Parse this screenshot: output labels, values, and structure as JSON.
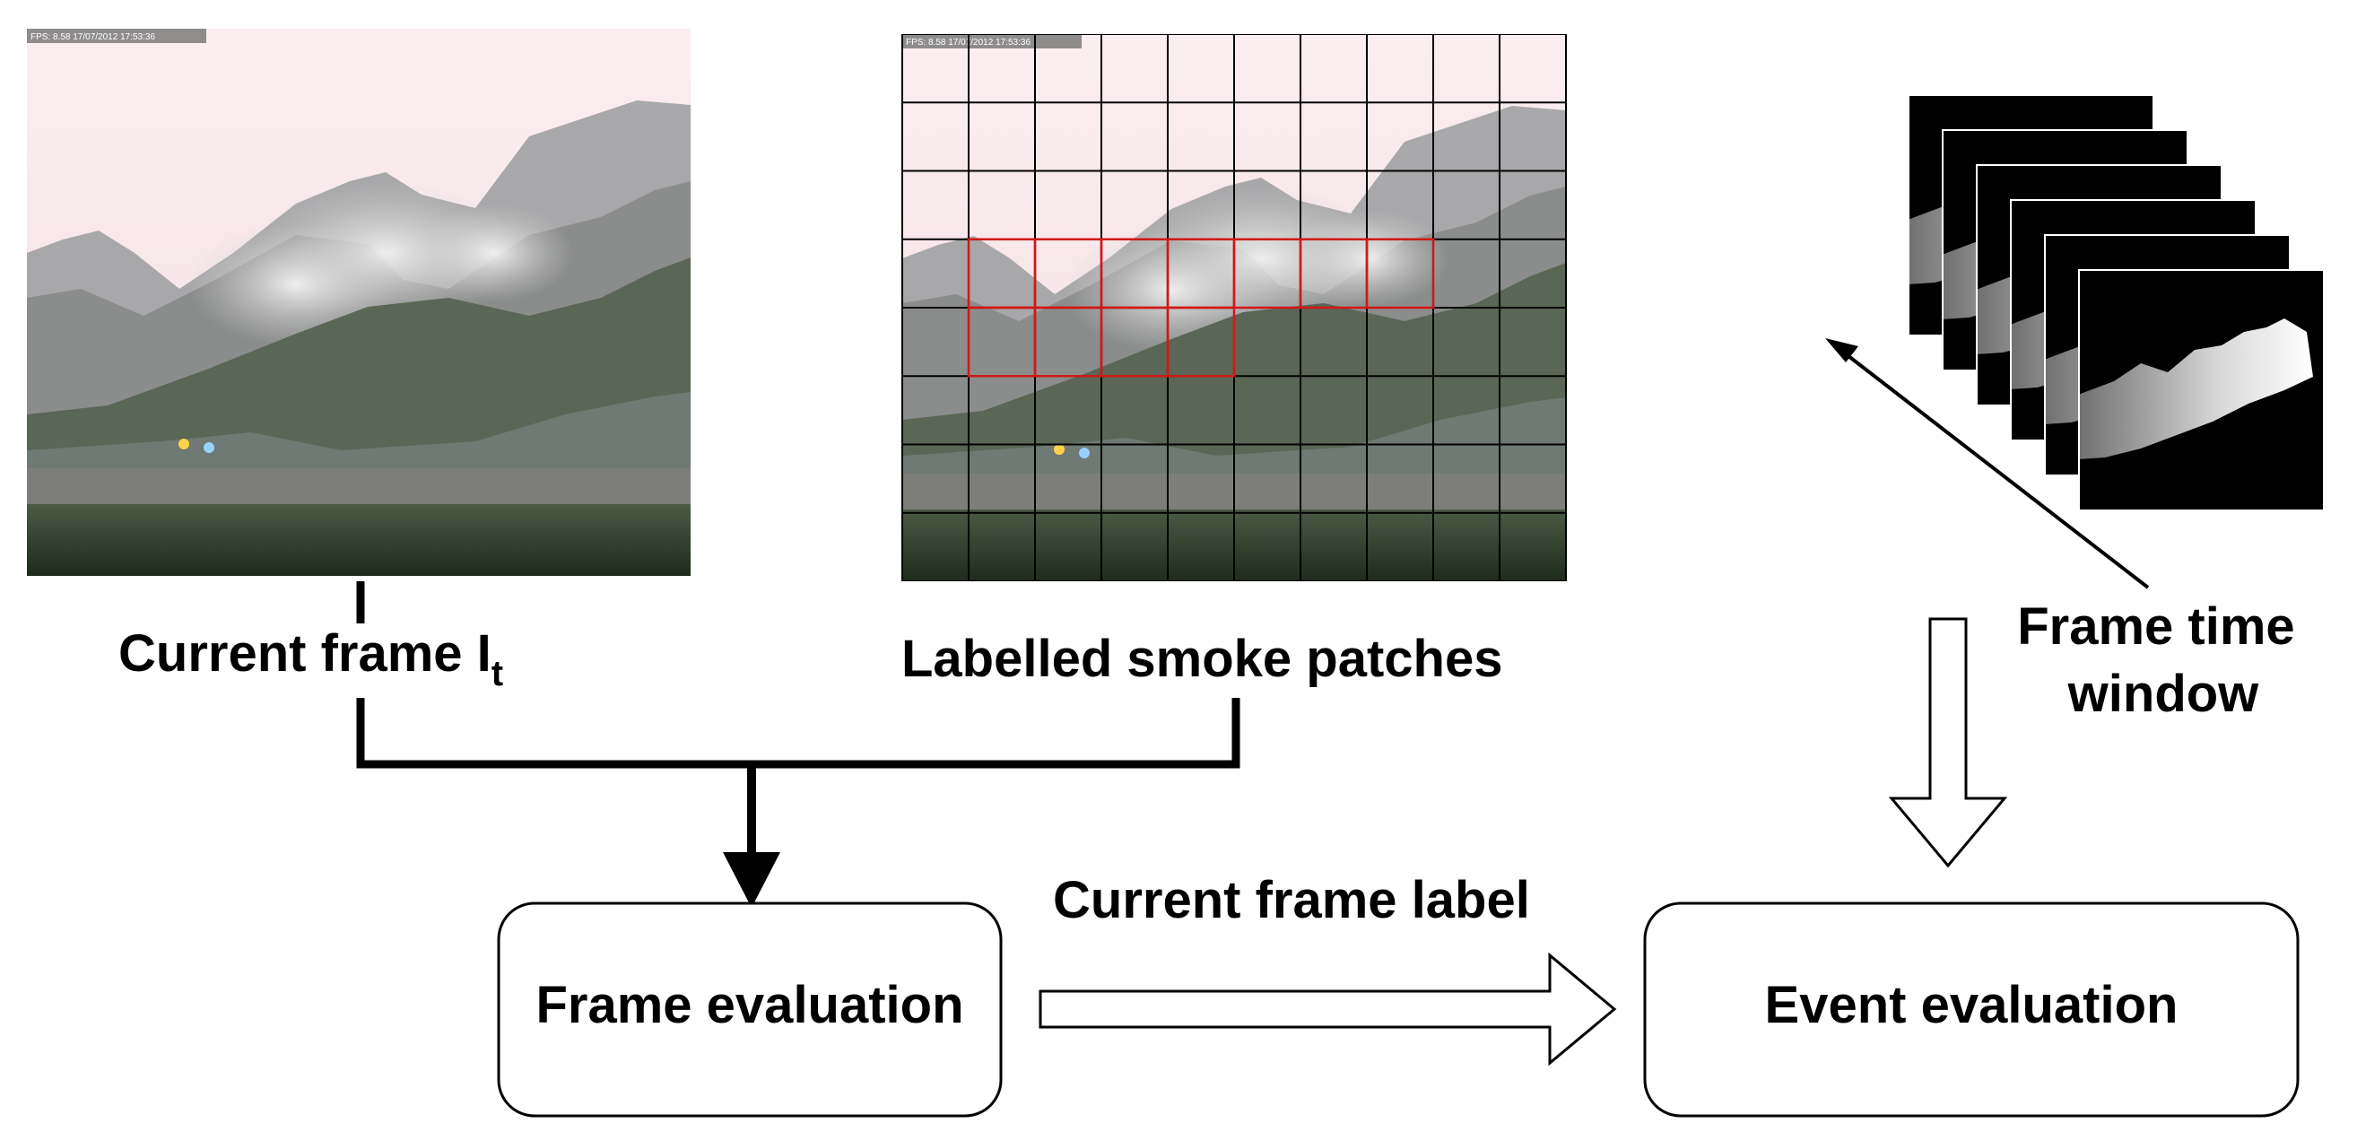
{
  "labels": {
    "current_frame": "Current frame I",
    "current_frame_subscript": "t",
    "labelled_patches": "Labelled smoke patches",
    "frame_time_window_line1": "Frame time",
    "frame_time_window_line2": "window",
    "current_frame_label": "Current frame label"
  },
  "boxes": {
    "frame_evaluation": "Frame evaluation",
    "event_evaluation": "Event evaluation"
  },
  "overlays": {
    "frame_caption": "FPS: 8.58 17/07/2012 17:53:36",
    "patches_caption": "FPS: 8.58 17/07/2012 17:53:36"
  },
  "grid": {
    "columns": 10,
    "rows": 8
  },
  "smoke_patches": [
    [
      3,
      1
    ],
    [
      3,
      2
    ],
    [
      3,
      3
    ],
    [
      3,
      4
    ],
    [
      3,
      5
    ],
    [
      3,
      6
    ],
    [
      3,
      7
    ],
    [
      4,
      1
    ],
    [
      4,
      2
    ],
    [
      4,
      3
    ],
    [
      4,
      4
    ]
  ],
  "colors": {
    "patch_highlight": "#d11818",
    "grid_line": "#000000",
    "sky": "#f7e6e8",
    "arrow": "#000000"
  },
  "time_window": {
    "frame_count": 6
  }
}
